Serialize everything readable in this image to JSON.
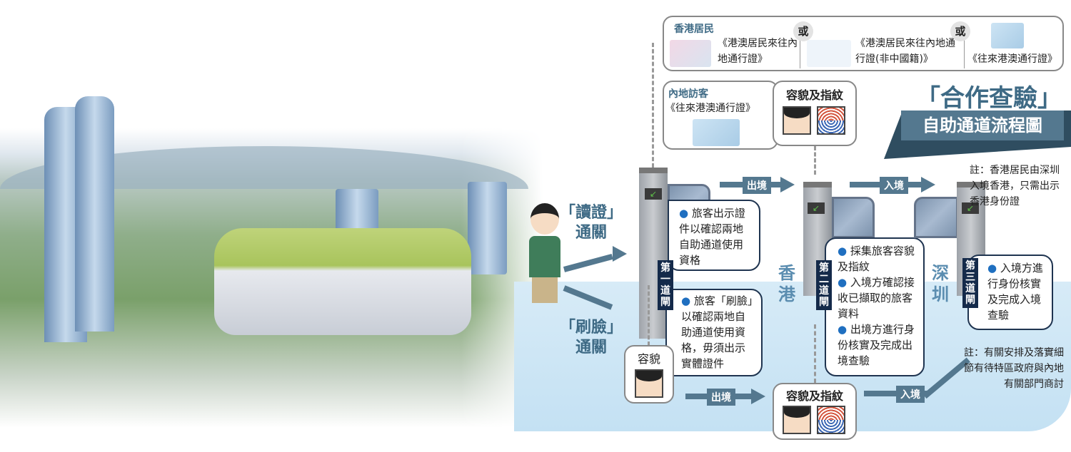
{
  "hk_residents": {
    "heading": "香港居民",
    "docs": [
      "《港澳居民來往內地通行證》",
      "《港澳居民來往內地通行證(非中國籍)》",
      "《往來港澳通行證》"
    ],
    "or_label": "或"
  },
  "mainland_visitors": {
    "heading": "內地訪客",
    "doc": "《往來港澳通行證》"
  },
  "biometrics_label": "容貌及指紋",
  "face_label": "容貌",
  "title": {
    "main": "「合作查驗」",
    "sub": "自助通道流程圖"
  },
  "note_top": "註：香港居民由深圳入境香港，只需出示香港身份證",
  "note_bottom": "註：有關安排及落實細節有待特區政府與內地有關部門商討",
  "routes": {
    "read_doc": "「讀證」通關",
    "face_scan": "「刷臉」通關"
  },
  "arrows": {
    "exit": "出境",
    "entry": "入境"
  },
  "places": {
    "hk": "香港",
    "sz": "深圳"
  },
  "gates": [
    "第一道閘",
    "第二道閘",
    "第三道閘"
  ],
  "steps": {
    "gate1_read": "旅客出示證件以確認兩地自助通道使用資格",
    "gate1_face": "旅客「刷臉」以確認兩地自助通道使用資格，毋須出示實體證件",
    "gate2": [
      "採集旅客容貌及指紋",
      "入境方確認接收已擷取的旅客資料",
      "出境方進行身份核實及完成出境查驗"
    ],
    "gate3": "入境方進行身份核實及完成入境查驗"
  },
  "colors": {
    "accent": "#3e6a85",
    "navy": "#142a4a",
    "band": "#d7ebf7"
  }
}
